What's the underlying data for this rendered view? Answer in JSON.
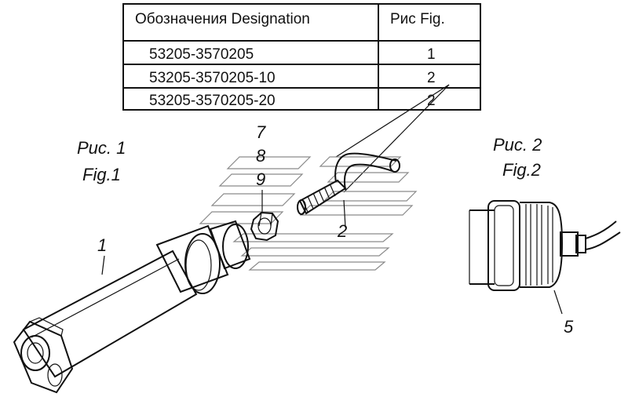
{
  "table": {
    "headers": [
      "Обозначения  Designation",
      "Рис Fig."
    ],
    "rows": [
      {
        "designation": "53205-3570205",
        "fig": "1"
      },
      {
        "designation": "53205-3570205-10",
        "fig": "2"
      },
      {
        "designation": "53205-3570205-20",
        "fig": "2"
      }
    ]
  },
  "fig1": {
    "caption_ru": "Рис. 1",
    "caption_en": "Fig.1"
  },
  "fig2": {
    "caption_ru": "Рис. 2",
    "caption_en": "Fig.2"
  },
  "callouts": {
    "c1": "1",
    "c2": "2",
    "c5": "5",
    "c7": "7",
    "c8": "8",
    "c9": "9"
  }
}
